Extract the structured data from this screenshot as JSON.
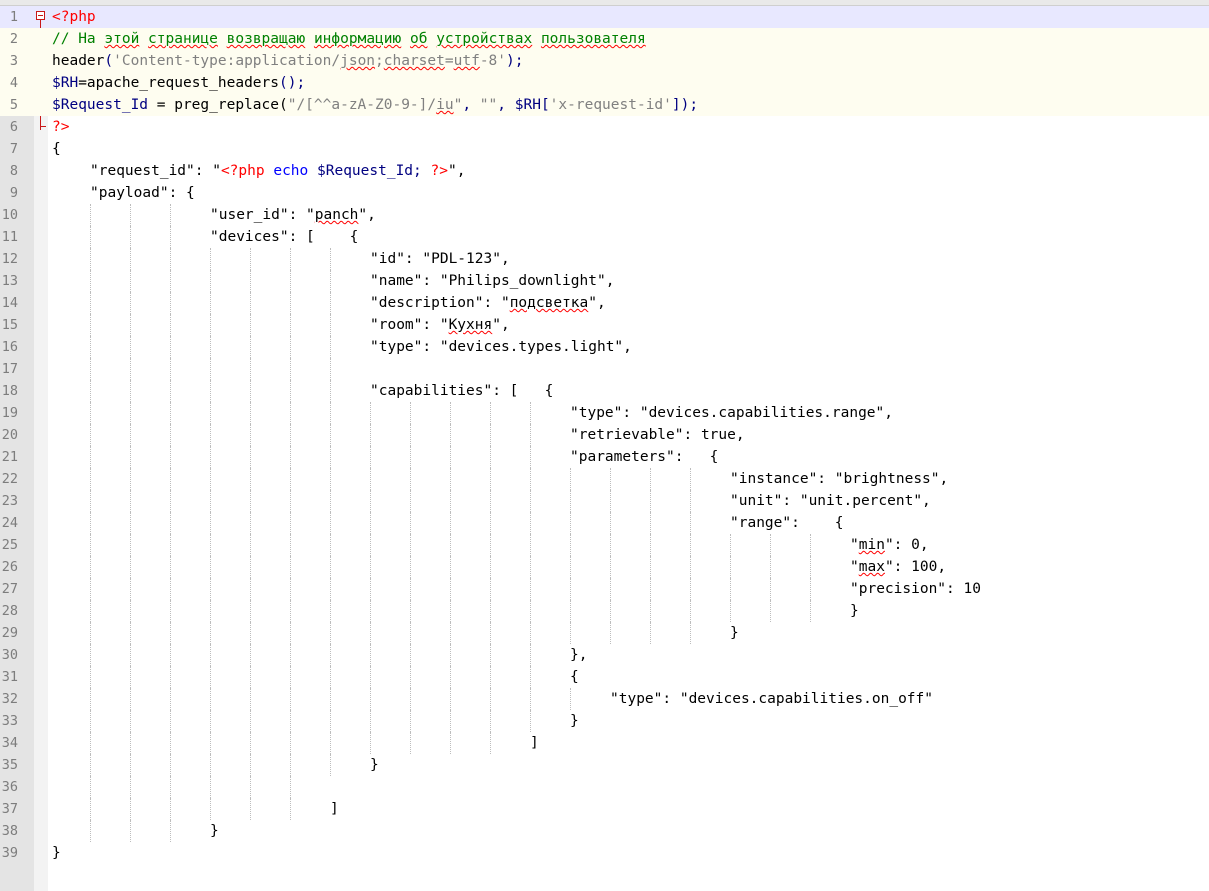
{
  "editor": {
    "line_numbers": [
      "1",
      "2",
      "3",
      "4",
      "5",
      "6",
      "7",
      "8",
      "9",
      "10",
      "11",
      "12",
      "13",
      "14",
      "15",
      "16",
      "17",
      "18",
      "19",
      "20",
      "21",
      "22",
      "23",
      "24",
      "25",
      "26",
      "27",
      "28",
      "29",
      "30",
      "31",
      "32",
      "33",
      "34",
      "35",
      "36",
      "37",
      "38",
      "39"
    ],
    "colors": {
      "php_tag": "#ff0000",
      "comment": "#008000",
      "function": "#000080",
      "php_string": "#808080",
      "keyword": "#0000ff",
      "current_line": "#e8e8ff",
      "gutter": "#e4e4e4"
    },
    "icons": [
      "fold-minus-icon"
    ],
    "lines": {
      "l1": {
        "open_tag": "<?php"
      },
      "l2": {
        "comment_a": "// На ",
        "w1": "этой",
        "s1": " ",
        "w2": "странице",
        "s2": " ",
        "w3": "возвращаю",
        "s3": " ",
        "w4": "информацию",
        "s4": " ",
        "w5": "об",
        "s5": " ",
        "w6": "устройствах",
        "s6": " ",
        "w7": "пользователя"
      },
      "l3": {
        "fn": "header",
        "open": "(",
        "str_a": "'Content-type:application/",
        "w_json": "json",
        "str_b": ";",
        "w_charset": "charset",
        "str_c": "=",
        "w_utf": "utf",
        "str_d": "-8'",
        "close": ");"
      },
      "l4": {
        "var": "$RH",
        "rest": "=apache_request_headers",
        "paren": "();"
      },
      "l5": {
        "var": "$Request_Id",
        "mid": " = preg_replace(",
        "str_a": "\"/[^^a-zA-Z0-9-]/",
        "w_iu": "iu",
        "str_b": "\"",
        "comma": ", ",
        "str_c": "\"\"",
        "comma2": ", ",
        "var2": "$RH",
        "br": "[",
        "str_d": "'x-request-id'",
        "end": "]);"
      },
      "l6": {
        "close_tag": "?>"
      },
      "l7": {
        "text": "{"
      },
      "l8": {
        "a": "\"request_id\": \"",
        "open_tag": "<?php",
        "sp": " ",
        "echo": "echo",
        "sp2": " ",
        "var": "$Request_Id;",
        "sp3": " ",
        "close_tag": "?>",
        "b": "\","
      },
      "l9": {
        "text": "\"payload\": {"
      },
      "l10": {
        "a": "\"user_id\": \"",
        "w": "panch",
        "b": "\","
      },
      "l11": {
        "text": "\"devices\": [    {"
      },
      "l12": {
        "text": "\"id\": \"PDL-123\","
      },
      "l13": {
        "text": "\"name\": \"Philips_downlight\","
      },
      "l14": {
        "a": "\"description\": \"",
        "w": "подсветка",
        "b": "\","
      },
      "l15": {
        "a": "\"room\": \"",
        "w": "Кухня",
        "b": "\","
      },
      "l16": {
        "text": "\"type\": \"devices.types.light\","
      },
      "l17": {
        "text": ""
      },
      "l18": {
        "text": "\"capabilities\": [   {"
      },
      "l19": {
        "text": "\"type\": \"devices.capabilities.range\","
      },
      "l20": {
        "text": "\"retrievable\": true,"
      },
      "l21": {
        "text": "\"parameters\":   {"
      },
      "l22": {
        "text": "\"instance\": \"brightness\","
      },
      "l23": {
        "text": "\"unit\": \"unit.percent\","
      },
      "l24": {
        "text": "\"range\":    {"
      },
      "l25": {
        "a": "\"",
        "w": "min",
        "b": "\": 0,"
      },
      "l26": {
        "a": "\"",
        "w": "max",
        "b": "\": 100,"
      },
      "l27": {
        "text": "\"precision\": 10"
      },
      "l28": {
        "text": "}"
      },
      "l29": {
        "text": "}"
      },
      "l30": {
        "text": "},"
      },
      "l31": {
        "text": "{"
      },
      "l32": {
        "text": "\"type\": \"devices.capabilities.on_off\""
      },
      "l33": {
        "text": "}"
      },
      "l34": {
        "text": "]"
      },
      "l35": {
        "text": "}"
      },
      "l36": {
        "text": ""
      },
      "l37": {
        "text": "]"
      },
      "l38": {
        "text": "}"
      },
      "l39": {
        "text": "}"
      }
    }
  }
}
